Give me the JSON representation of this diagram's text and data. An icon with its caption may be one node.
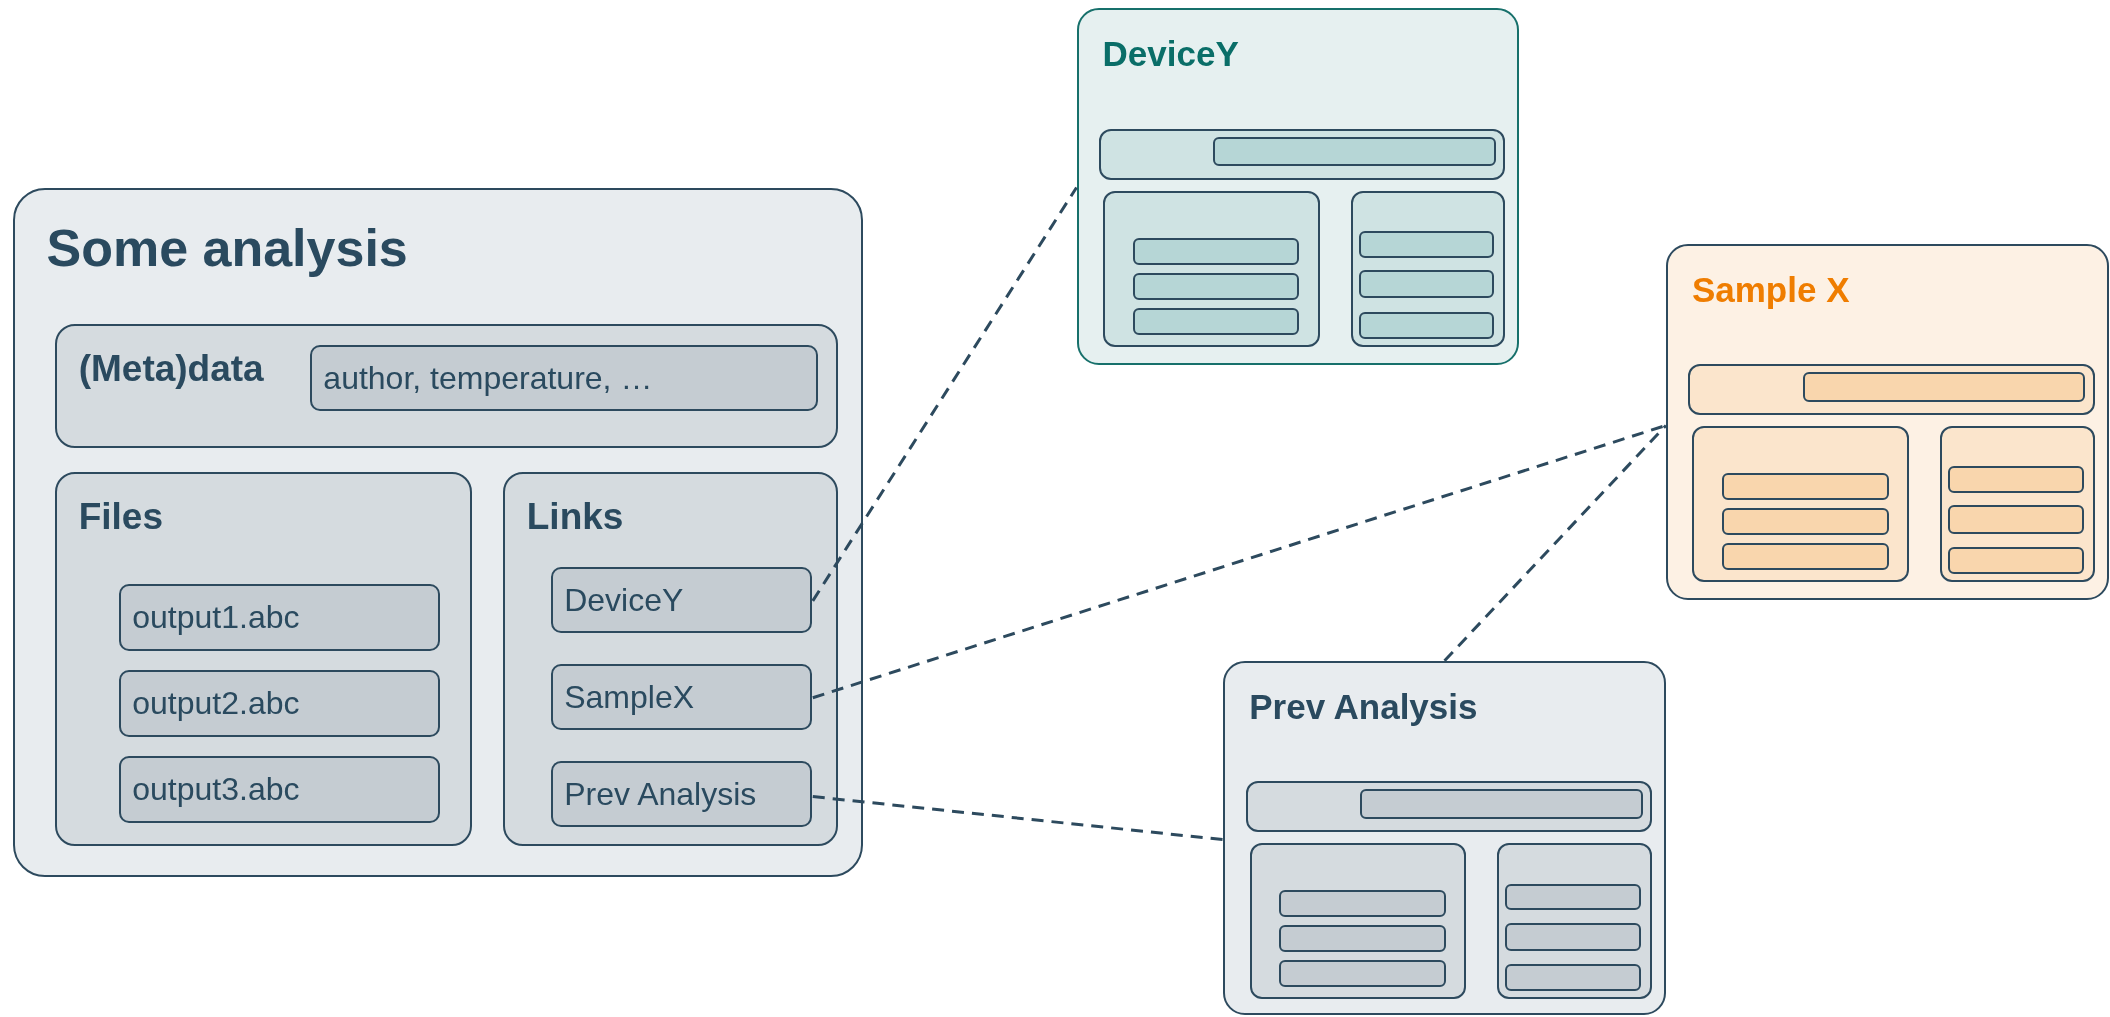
{
  "diagram": {
    "nodes": [
      {
        "text": [
          "Some analysis"
        ]
      },
      {
        "text": [
          "(Meta)data"
        ],
        "in": 0
      },
      {
        "text": [
          "author, temperature, …"
        ],
        "in": 1
      },
      {
        "text": [
          "Files"
        ],
        "in": 0
      },
      {
        "text": [
          "output1.abc"
        ],
        "in": 3
      },
      {
        "text": [
          "output2.abc"
        ],
        "in": 3
      },
      {
        "text": [
          "output3.abc"
        ],
        "in": 3
      },
      {
        "text": [
          "Links"
        ],
        "in": 0
      },
      {
        "text": [
          "DeviceY"
        ],
        "in": 7
      },
      {
        "text": [
          "SampleX"
        ],
        "in": 7
      },
      {
        "text": [
          "Prev Analysis"
        ],
        "in": 7
      },
      {
        "text": [
          "DeviceY"
        ]
      },
      {
        "text": [],
        "shape": "box",
        "in": 11
      },
      {
        "text": [],
        "shape": "box",
        "in": 12
      },
      {
        "text": [],
        "shape": "box",
        "in": 11
      },
      {
        "text": [],
        "shape": "box",
        "in": 14
      },
      {
        "text": [],
        "shape": "box",
        "in": 14
      },
      {
        "text": [],
        "shape": "box",
        "in": 14
      },
      {
        "text": [],
        "shape": "box",
        "in": 11
      },
      {
        "text": [],
        "shape": "box",
        "in": 18
      },
      {
        "text": [],
        "shape": "box",
        "in": 18
      },
      {
        "text": [],
        "shape": "box",
        "in": 18
      },
      {
        "text": [
          "Sample X"
        ]
      },
      {
        "text": [],
        "shape": "box",
        "in": 22
      },
      {
        "text": [],
        "shape": "box",
        "in": 23
      },
      {
        "text": [],
        "shape": "box",
        "in": 22
      },
      {
        "text": [],
        "shape": "box",
        "in": 25
      },
      {
        "text": [],
        "shape": "box",
        "in": 25
      },
      {
        "text": [],
        "shape": "box",
        "in": 25
      },
      {
        "text": [],
        "shape": "box",
        "in": 22
      },
      {
        "text": [],
        "shape": "box",
        "in": 29
      },
      {
        "text": [],
        "shape": "box",
        "in": 29
      },
      {
        "text": [],
        "shape": "box",
        "in": 29
      },
      {
        "text": [
          "Prev Analysis"
        ]
      },
      {
        "text": [],
        "shape": "box",
        "in": 33
      },
      {
        "text": [],
        "shape": "box",
        "in": 34
      },
      {
        "text": [],
        "shape": "box",
        "in": 33
      },
      {
        "text": [],
        "shape": "box",
        "in": 36
      },
      {
        "text": [],
        "shape": "box",
        "in": 36
      },
      {
        "text": [],
        "shape": "box",
        "in": 36
      },
      {
        "text": [],
        "shape": "box",
        "in": 33
      },
      {
        "text": [],
        "shape": "box",
        "in": 40
      },
      {
        "text": [],
        "shape": "box",
        "in": 40
      },
      {
        "text": [],
        "shape": "box",
        "in": 40
      }
    ],
    "edges": [
      {
        "from": 8,
        "to": 11,
        "arrow": "none",
        "style": "dashed"
      },
      {
        "from": 9,
        "to": 22,
        "arrow": "none",
        "style": "dashed"
      },
      {
        "from": 10,
        "to": 33,
        "arrow": "none",
        "style": "dashed"
      },
      {
        "from": 33,
        "to": 22,
        "arrow": "none",
        "style": "dashed"
      }
    ]
  }
}
